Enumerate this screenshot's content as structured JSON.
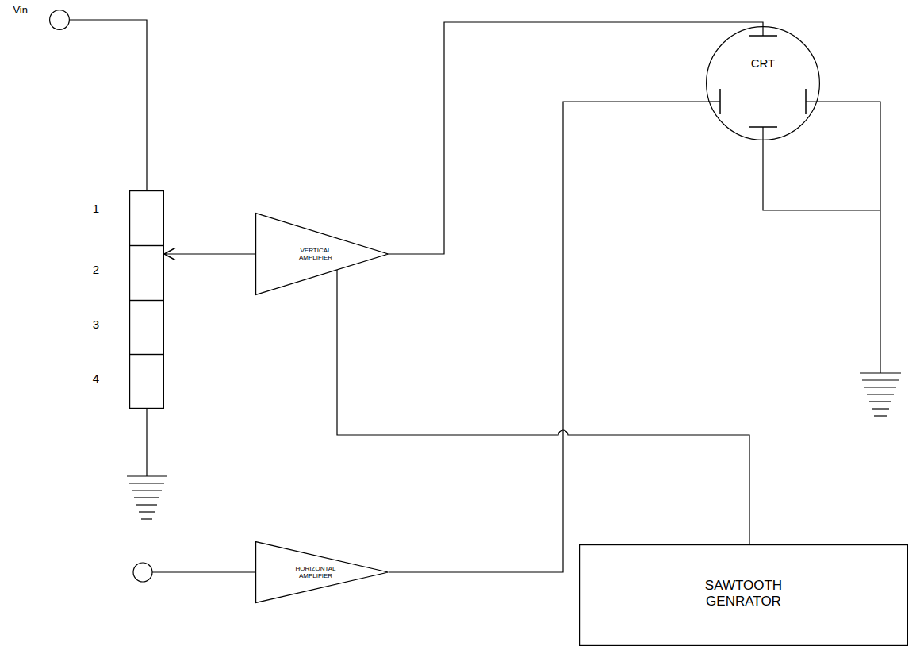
{
  "diagram": {
    "nodes": [
      {
        "text": [
          "Vin"
        ]
      },
      {
        "text": [
          "1"
        ]
      },
      {
        "text": [
          "2"
        ]
      },
      {
        "text": [
          "3"
        ]
      },
      {
        "text": [
          "4"
        ]
      },
      {
        "text": [
          "VERTICAL AMPLIFIER"
        ]
      },
      {
        "text": [
          "CRT"
        ]
      },
      {
        "text": [
          "HORIZONTAL AMPLIFIER"
        ]
      },
      {
        "text": [
          "SAWTOOTH GENRATOR"
        ]
      }
    ],
    "edges": [
      {
        "from": 0,
        "to": 1,
        "arrow": "none"
      },
      {
        "from": 5,
        "to": 2,
        "arrow": "to"
      },
      {
        "from": 5,
        "to": 6,
        "arrow": "none"
      },
      {
        "from": 7,
        "to": 6,
        "arrow": "none"
      },
      {
        "from": 8,
        "to": 5,
        "arrow": "none"
      }
    ]
  }
}
